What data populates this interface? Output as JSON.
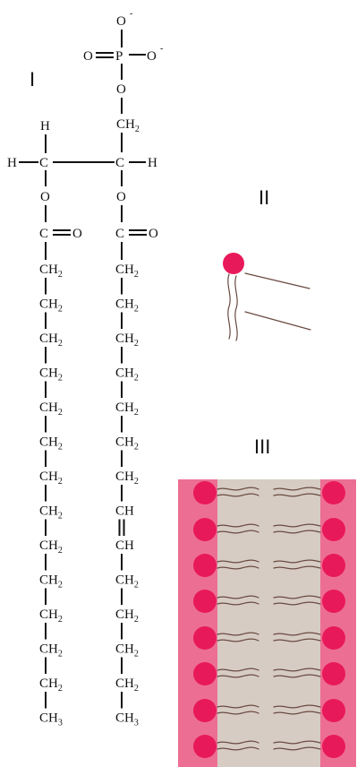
{
  "labels": {
    "structure": "I",
    "molecule_model": "II",
    "bilayer": "III"
  },
  "phosphate": {
    "oxygen": "O",
    "phosphorus": "P",
    "charge": "-",
    "double_bond_oxygen": "O"
  },
  "glycerol": {
    "hydrogen": "H",
    "carbon": "C",
    "ch2": "CH",
    "sub2": "2",
    "oxygen": "O"
  },
  "ester": {
    "carbon": "C",
    "oxygen": "O"
  },
  "chain_left": [
    "CH",
    "CH",
    "CH",
    "CH",
    "CH",
    "CH",
    "CH",
    "CH",
    "CH",
    "CH",
    "CH",
    "CH",
    "CH",
    "CH"
  ],
  "chain_left_subs": [
    "2",
    "2",
    "2",
    "2",
    "2",
    "2",
    "2",
    "2",
    "2",
    "2",
    "2",
    "2",
    "2",
    "3"
  ],
  "chain_right": [
    "CH",
    "CH",
    "CH",
    "CH",
    "CH",
    "CH",
    "CH",
    "CH",
    "CH",
    "CH",
    "CH",
    "CH",
    "CH",
    "CH"
  ],
  "chain_right_subs": [
    "2",
    "2",
    "2",
    "2",
    "2",
    "2",
    "2",
    "",
    "",
    "2",
    "2",
    "2",
    "2",
    "3"
  ],
  "colors": {
    "head": "#e8195a",
    "bilayer_bg": "#ec6f93",
    "bilayer_core": "#d6ccc4",
    "tail": "#6a4a42"
  }
}
